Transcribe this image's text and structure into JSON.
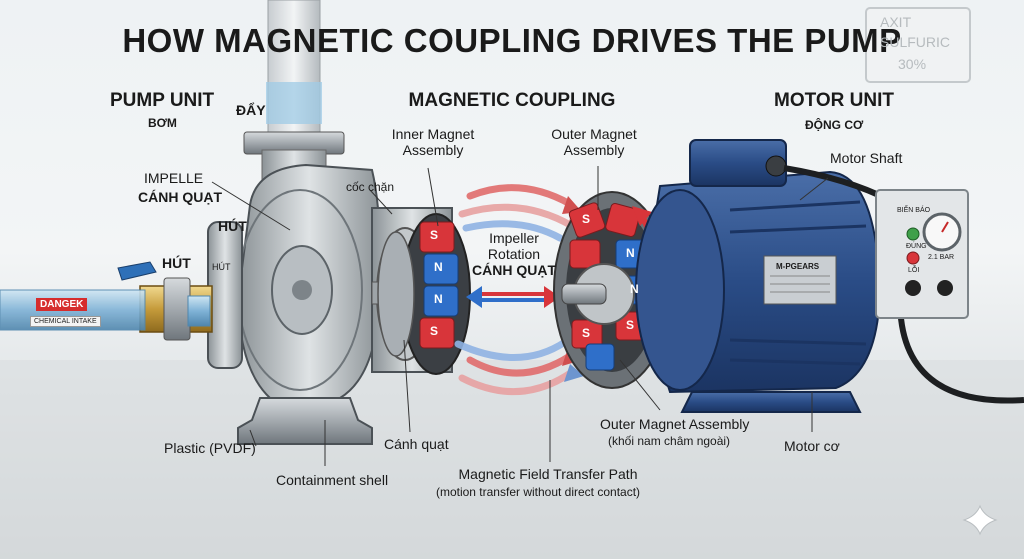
{
  "title": "HOW MAGNETIC COUPLING DRIVES THE PUMP",
  "sections": {
    "pump": {
      "heading": "PUMP UNIT",
      "sub": "BƠM"
    },
    "coupling": {
      "heading": "MAGNETIC COUPLING"
    },
    "motor": {
      "heading": "MOTOR UNIT",
      "sub": "ĐỘNG CƠ"
    }
  },
  "labels": {
    "discharge": "ĐẨY",
    "impeller_en": "IMPELLE",
    "impeller_vi": "CÁNH QUẠT",
    "cup": "cốc chặn",
    "suction_1": "HÚT",
    "suction_2": "HÚT",
    "suction_flange": "HÚT",
    "inner_magnet": "Inner Magnet\nAssembly",
    "outer_magnet_top": "Outer Magnet\nAssembly",
    "impeller_rotation": "Impeller\nRotation",
    "impeller_rotation_vi": "CÁNH QUẠT",
    "motor_shaft": "Motor Shaft",
    "plastic": "Plastic (PVDF)",
    "blade": "Cánh quạt",
    "containment": "Containment shell",
    "field_path": "Magnetic Field Transfer Path",
    "field_path_note": "(motion transfer without direct contact)",
    "outer_magnet_bottom": "Outer Magnet Assembly",
    "outer_magnet_bottom_vi": "(khối nam châm ngoài)",
    "motor_bottom": "Motor cơ"
  },
  "warning": {
    "main": "DANGEK",
    "sub": "CHEMICAL INTAKE"
  },
  "nameplate": "M-PGEARS",
  "control_box": {
    "label_top": "BIỂN BÁO",
    "green": "ĐÚNG",
    "red": "LỖI",
    "gauge": "2.1 BAR"
  },
  "wall_sign": [
    "AXIT",
    "SULFURIC",
    "30%"
  ],
  "magnet_poles": {
    "inner": [
      "S",
      "N",
      "N",
      "S"
    ],
    "outer": [
      "S",
      "N",
      "N",
      "S",
      "S"
    ]
  },
  "colors": {
    "magnet_red": "#d8353a",
    "magnet_blue": "#2f6fc9",
    "motor_blue": "#2a4c86",
    "steel": "#a9afb4"
  },
  "icons": [
    "sparkle-icon"
  ]
}
